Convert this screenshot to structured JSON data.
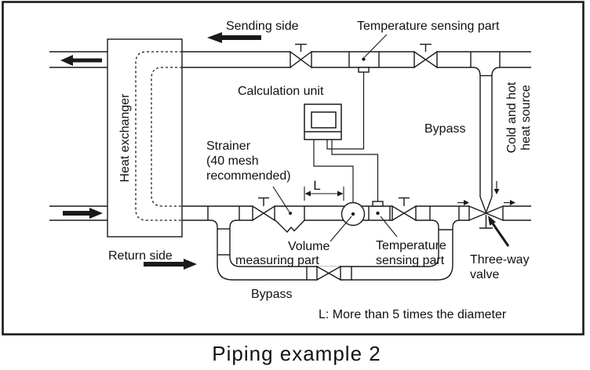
{
  "diagram": {
    "caption": "Piping example 2",
    "labels": {
      "sending_side": "Sending side",
      "return_side": "Return side",
      "heat_exchanger": "Heat exchanger",
      "temp_sensing_top": "Temperature sensing part",
      "calculation_unit": "Calculation unit",
      "strainer_line1": "Strainer",
      "strainer_line2": "(40 mesh",
      "strainer_line3": "recommended)",
      "bypass_top": "Bypass",
      "bypass_bottom": "Bypass",
      "cold_hot_line1": "Cold and hot",
      "cold_hot_line2": "heat source",
      "volume_line1": "Volume",
      "volume_line2": "measuring part",
      "temp_bottom_line1": "Temperature",
      "temp_bottom_line2": "sensing part",
      "three_way_line1": "Three-way",
      "three_way_line2": "valve",
      "l_dim": "L",
      "l_note": "L: More than 5 times the diameter"
    },
    "colors": {
      "line": "#1a1a1a",
      "background": "#ffffff"
    }
  }
}
